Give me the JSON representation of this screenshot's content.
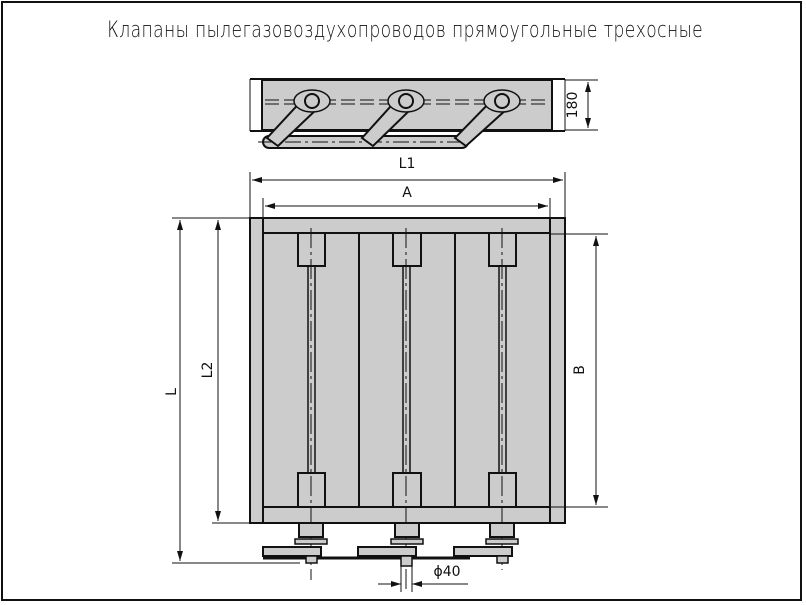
{
  "title": "Клапаны пылегазовоздухопроводов прямоугольные трехосные",
  "dimensions": {
    "height_top_view": "180",
    "overall_length": "L1",
    "width_A": "A",
    "overall_height": "L",
    "height_L2": "L2",
    "height_B": "B",
    "shaft_diameter": "ϕ40"
  },
  "colors": {
    "fill": "#cccccc",
    "line": "#111111",
    "background": "#ffffff"
  },
  "blades_count": 3
}
